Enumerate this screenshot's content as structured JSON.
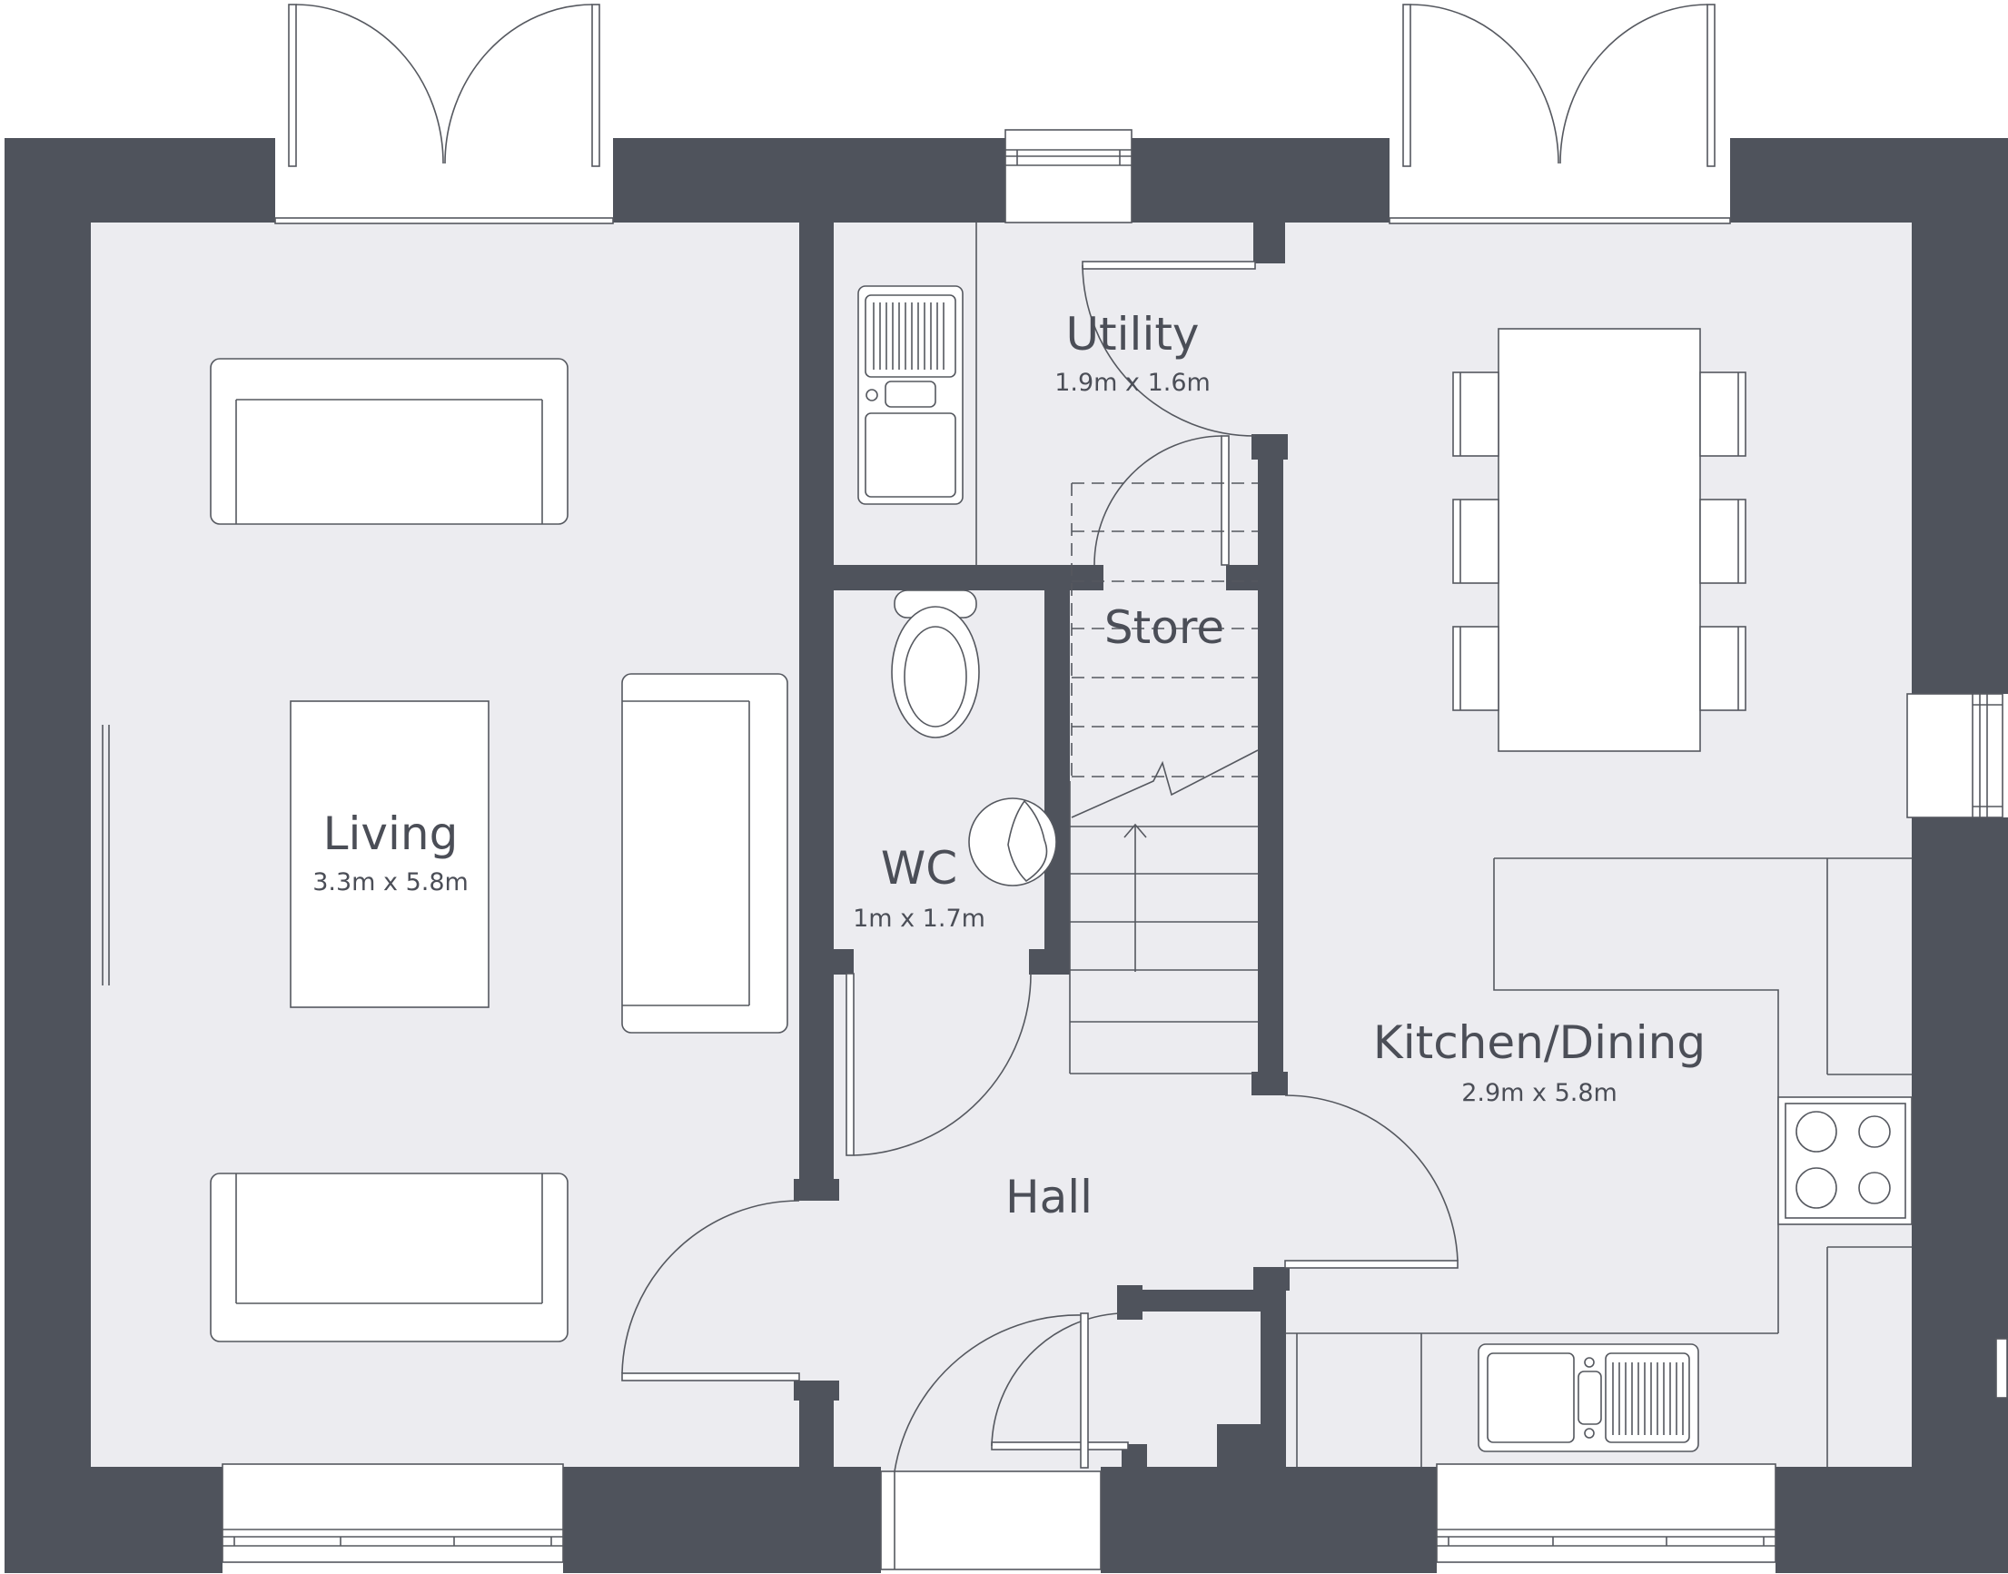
{
  "rooms": {
    "living": {
      "name": "Living",
      "dims": "3.3m x 5.8m"
    },
    "utility": {
      "name": "Utility",
      "dims": "1.9m x 1.6m"
    },
    "store": {
      "name": "Store"
    },
    "wc": {
      "name": "WC",
      "dims": "1m x 1.7m"
    },
    "kitchen": {
      "name": "Kitchen/Dining",
      "dims": "2.9m x 5.8m"
    },
    "hall": {
      "name": "Hall"
    }
  },
  "colors": {
    "wall": "#4f535c",
    "floor": "#ececf0",
    "line": "#55585f"
  }
}
